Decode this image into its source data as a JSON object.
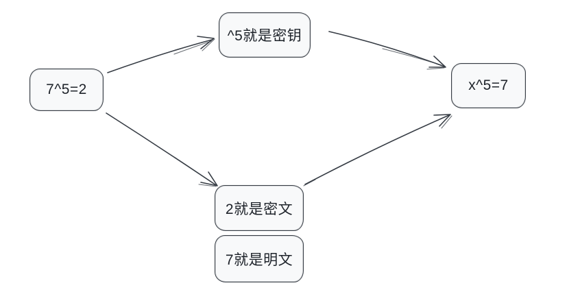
{
  "diagram": {
    "background_color": "#ffffff",
    "node_fill_color": "#f8f9fa",
    "stroke_color": "#363c44",
    "text_color": "#1e232a",
    "nodes": [
      {
        "id": "base-equation",
        "label": "7^5=2"
      },
      {
        "id": "key",
        "label": "^5就是密钥"
      },
      {
        "id": "target-equation",
        "label": "x^5=7"
      },
      {
        "id": "ciphertext",
        "label": "2就是密文"
      },
      {
        "id": "plaintext",
        "label": "7就是明文"
      }
    ],
    "edges": [
      {
        "from": "7^5=2",
        "to": "^5就是密钥"
      },
      {
        "from": "^5就是密钥",
        "to": "x^5=7"
      },
      {
        "from": "7^5=2",
        "to": "2就是密文"
      },
      {
        "from": "2就是密文",
        "to": "x^5=7"
      }
    ]
  }
}
